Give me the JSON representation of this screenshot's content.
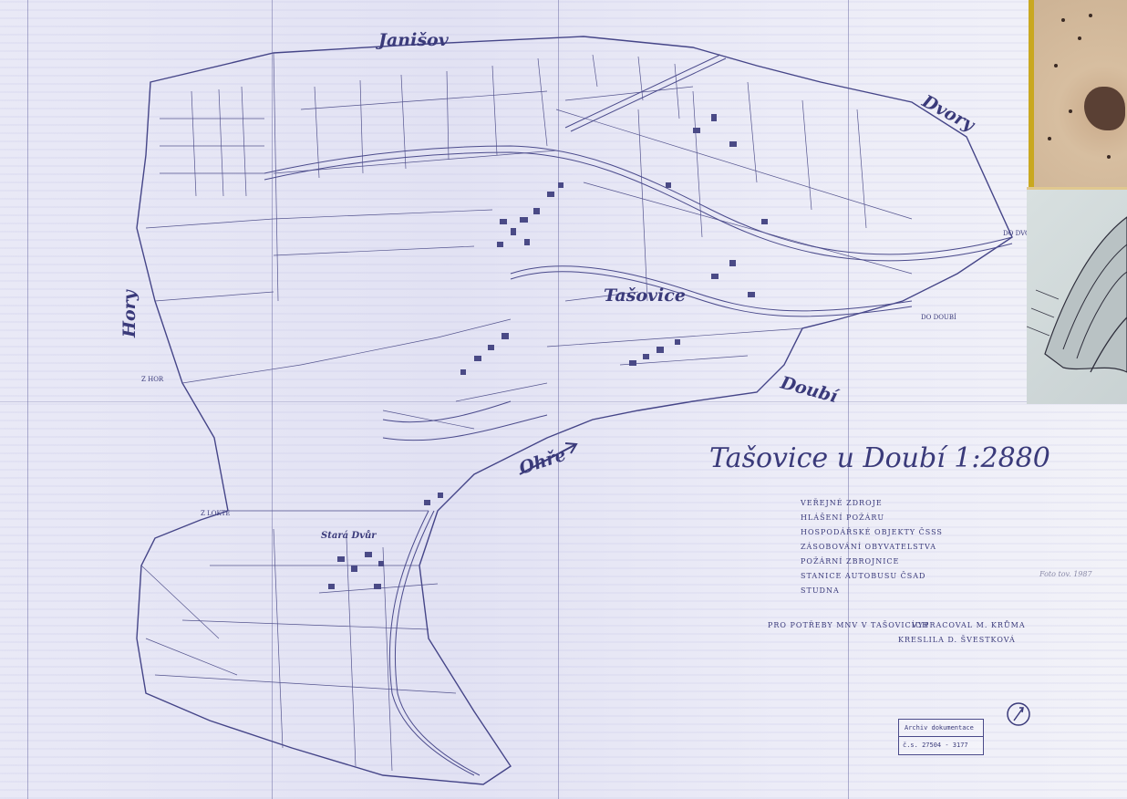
{
  "places": {
    "janisov": "Janišov",
    "dvory": "Dvory",
    "hory": "Hory",
    "tasovice": "Tašovice",
    "doubi": "Doubí",
    "ohre": "Ohře",
    "stare_dvory": "Stará Dvůr"
  },
  "title": "Tašovice u Doubí 1:2880",
  "legend": [
    "VEŘEJNÉ ZDROJE",
    "HLÁŠENÍ POŽÁRU",
    "HOSPODÁŘSKÉ OBJEKTY ČSSS",
    "ZÁSOBOVÁNÍ OBYVATELSTVA",
    "POŽÁRNÍ ZBROJNICE",
    "STANICE AUTOBUSU ČSAD",
    "STUDNA"
  ],
  "side_labels": {
    "z_hor": "Z HOR",
    "z_lokte": "Z LOKTE",
    "do_doubi": "DO DOUBÍ",
    "do_dvor": "DO DVOR"
  },
  "footer": {
    "purpose": "PRO POTŘEBY MNV V TAŠOVICÍCH",
    "drafted": "VYPRACOVAL  M. KRŮMA",
    "drawn": "KRESLILA  D. ŠVESTKOVÁ"
  },
  "handwritten_note": "Foto tov. 1987",
  "stamp": {
    "archive": "Archiv dokumentace",
    "number": "č.s. 27504 - 3177"
  },
  "colors": {
    "ink": "#3a3a7a",
    "paper": "#e9e9f6",
    "photo_wood": "#d7bea0"
  }
}
